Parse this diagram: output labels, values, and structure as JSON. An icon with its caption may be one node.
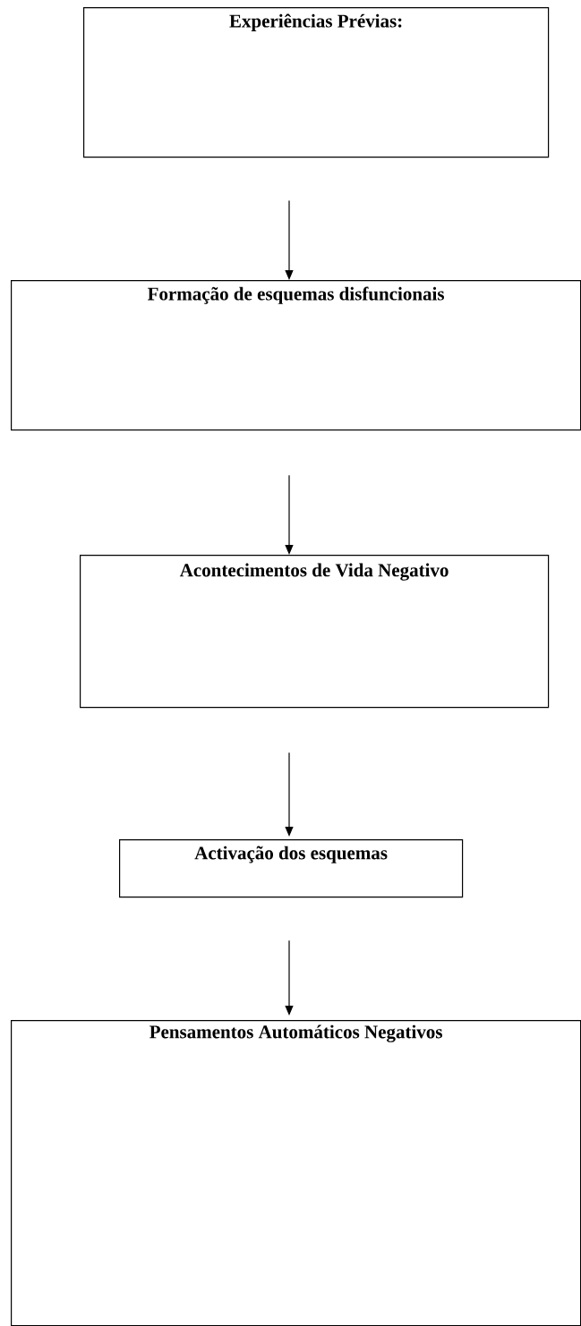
{
  "diagram": {
    "nodes": [
      {
        "text": [
          "Experiências Prévias:"
        ]
      },
      {
        "text": [
          "Formação de esquemas disfuncionais"
        ]
      },
      {
        "text": [
          "Acontecimentos de Vida Negativo"
        ]
      },
      {
        "text": [
          "Activação dos esquemas"
        ]
      },
      {
        "text": [
          "Pensamentos Automáticos Negativos"
        ]
      }
    ],
    "edges": [
      {
        "from": 0,
        "to": 1,
        "arrow": "to"
      },
      {
        "from": 1,
        "to": 2,
        "arrow": "to"
      },
      {
        "from": 2,
        "to": 3,
        "arrow": "to"
      },
      {
        "from": 3,
        "to": 4,
        "arrow": "to"
      }
    ]
  }
}
